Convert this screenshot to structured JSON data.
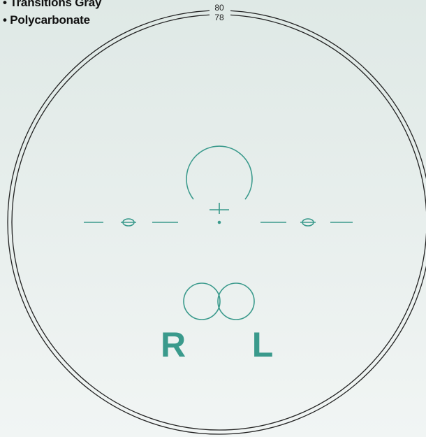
{
  "specs": [
    "• Transitions Gray",
    "• Polycarbonate"
  ],
  "lens": {
    "outer_diameter_label": "80",
    "inner_diameter_label": "78",
    "right_label": "R",
    "left_label": "L"
  },
  "colors": {
    "accent": "#3a9a8c",
    "ring": "#222222"
  }
}
